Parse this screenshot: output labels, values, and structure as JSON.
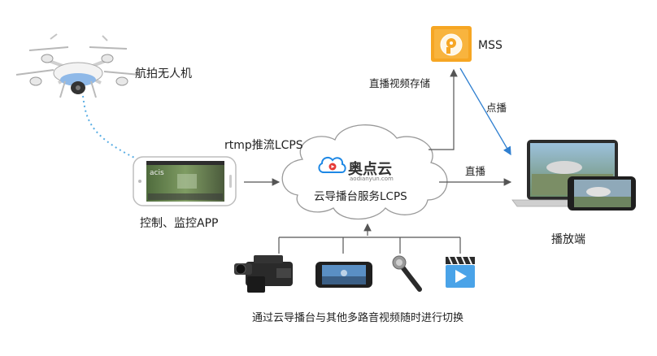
{
  "nodes": {
    "drone": {
      "label": "航拍无人机"
    },
    "app": {
      "label": "控制、监控APP",
      "screen_text": "acis"
    },
    "cloud": {
      "brand": "奥点云",
      "domain": "aodianyun.com",
      "label": "云导播台服务LCPS"
    },
    "mss": {
      "label": "MSS"
    },
    "player": {
      "label": "播放端"
    },
    "sources": {
      "label": "通过云导播台与其他多路音视频随时进行切换",
      "items": [
        "video-camera",
        "smartphone",
        "microphone",
        "clapperboard"
      ]
    }
  },
  "edges": {
    "app_to_cloud": "rtmp推流LCPS",
    "cloud_to_mss": "直播视频存储",
    "mss_to_player": "点播",
    "cloud_to_player": "直播"
  },
  "colors": {
    "dash_link": "#5aaee4",
    "arrow": "#555555",
    "vod_arrow": "#2f7fd0",
    "mss_orange": "#f6a623",
    "cloud_stroke": "#9a9a9a",
    "brand_blue": "#1e88e5"
  }
}
